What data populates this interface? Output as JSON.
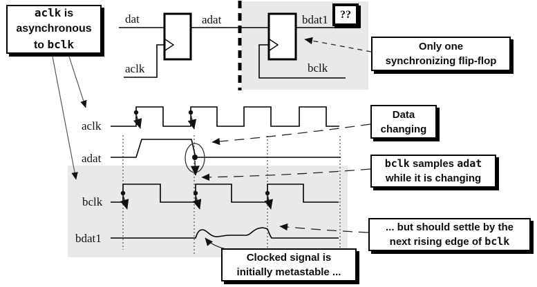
{
  "colors": {
    "background": "#ffffff",
    "domain_fill": "#e9e9e9",
    "line": "#000000",
    "arrow": "#333333"
  },
  "circuit": {
    "dat_label": "dat",
    "adat_label": "adat",
    "bdat1_label": "bdat1",
    "aclk_label": "aclk",
    "bclk_label": "bclk",
    "unknown_label": "??"
  },
  "waveforms": {
    "aclk_label": "aclk",
    "adat_label": "adat",
    "bclk_label": "bclk",
    "bdat1_label": "bdat1"
  },
  "callouts": {
    "async": {
      "mono_a": "aclk",
      "text_a": " is",
      "line2": "asynchronous",
      "text_c": "to ",
      "mono_c": "bclk"
    },
    "only_one": {
      "line1": "Only one",
      "line2": "synchronizing flip-flop"
    },
    "data_changing": {
      "line1": "Data",
      "line2": "changing"
    },
    "samples": {
      "mono_a": "bclk",
      "text_a": " samples ",
      "mono_b": "adat",
      "line2": "while it is changing"
    },
    "settle": {
      "line1": "... but should settle by the",
      "text_b": "next rising edge of ",
      "mono_b": "bclk"
    },
    "metastable": {
      "line1": "Clocked signal is",
      "line2": "initially metastable ..."
    }
  }
}
